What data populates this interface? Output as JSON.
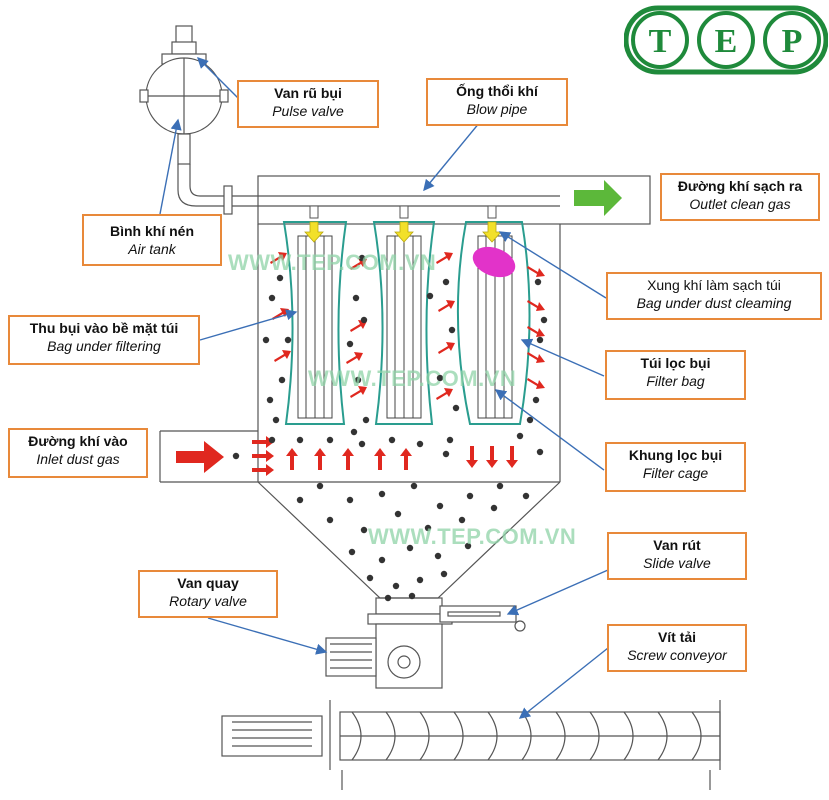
{
  "logo": {
    "letters": [
      "T",
      "E",
      "P"
    ],
    "color": "#1f8a3b"
  },
  "watermark": {
    "text": "WWW.TEP.COM.VN"
  },
  "labels": {
    "pulse_valve": {
      "vi": "Van rũ bụi",
      "en": "Pulse valve"
    },
    "blow_pipe": {
      "vi": "Ống thổi khí",
      "en": "Blow pipe"
    },
    "outlet_clean_gas": {
      "vi": "Đường khí sạch ra",
      "en": "Outlet clean gas"
    },
    "air_tank": {
      "vi": "Bình khí nén",
      "en": "Air tank"
    },
    "bag_cleaning": {
      "vi": "Xung khí làm sạch túi",
      "en": "Bag under dust cleaming"
    },
    "bag_filtering": {
      "vi": "Thu bụi vào bề mặt túi",
      "en": "Bag under filtering"
    },
    "filter_bag": {
      "vi": "Túi lọc bụi",
      "en": "Filter bag"
    },
    "inlet_dust_gas": {
      "vi": "Đường khí vào",
      "en": "Inlet dust gas"
    },
    "filter_cage": {
      "vi": "Khung lọc bụi",
      "en": "Filter cage"
    },
    "slide_valve": {
      "vi": "Van rút",
      "en": "Slide valve"
    },
    "rotary_valve": {
      "vi": "Van quay",
      "en": "Rotary valve"
    },
    "screw_conveyor": {
      "vi": "Vít tải",
      "en": "Screw conveyor"
    }
  },
  "colors": {
    "label_border": "#e8893a",
    "callout_line": "#3b6fb6",
    "bag_outline": "#2a9d8f",
    "flow_arrow": "#e0281f",
    "pulse_arrow": "#f2e02a",
    "clean_gas_arrow": "#5cb83a",
    "cleaning_pulse": "#e233c9",
    "dust_particle": "#333333",
    "watermark": "#8fd3a8"
  }
}
